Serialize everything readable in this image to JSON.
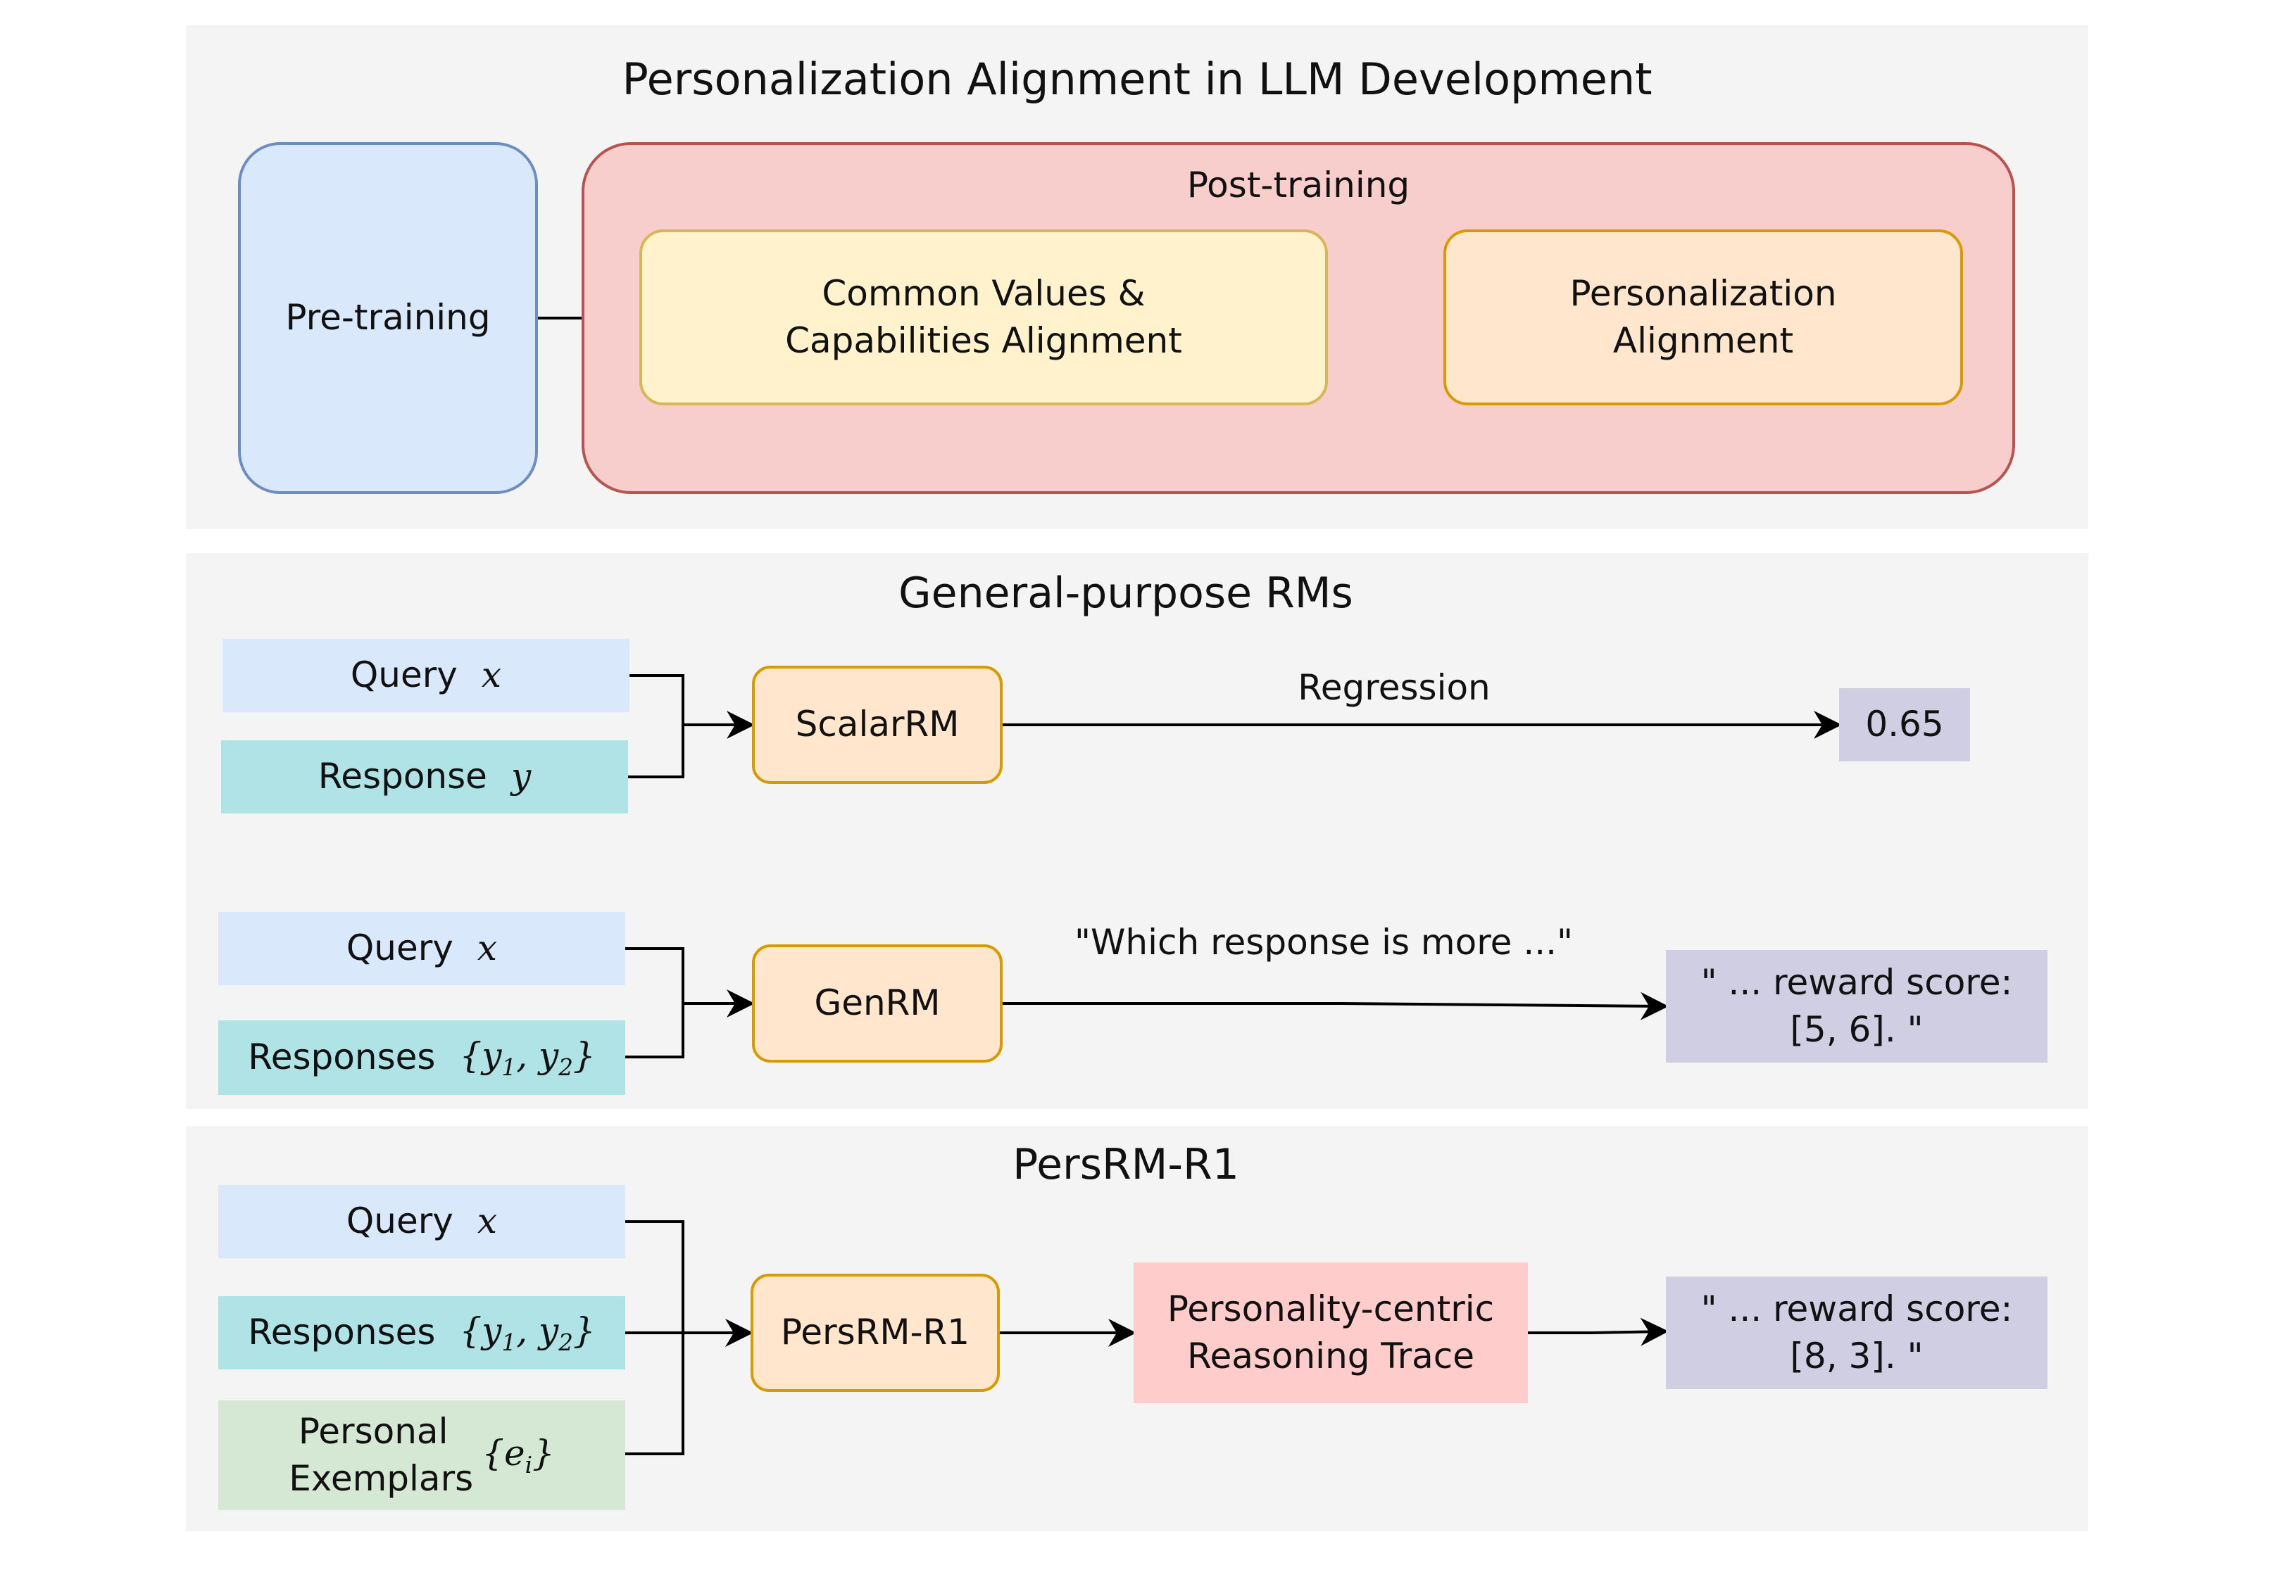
{
  "top": {
    "title": "Personalization Alignment in LLM Development",
    "pretraining": "Pre-training",
    "posttraining": "Post-training",
    "common_values": "Common Values & Capabilities Alignment",
    "personalization": "Personalization Alignment"
  },
  "general": {
    "title": "General-purpose RMs",
    "scalar": {
      "query_label": "Query",
      "query_var": "x",
      "response_label": "Response",
      "response_var": "y",
      "model": "ScalarRM",
      "edge_label": "Regression",
      "output": "0.65"
    },
    "gen": {
      "query_label": "Query",
      "query_var": "x",
      "responses_label": "Responses",
      "model": "GenRM",
      "edge_label": "\"Which response is more ...\"",
      "output": "\" ... reward score: [5, 6]. \""
    }
  },
  "persrm": {
    "title": "PersRM-R1",
    "query_label": "Query",
    "query_var": "x",
    "responses_label": "Responses",
    "exemplars_label": "Personal Exemplars",
    "model": "PersRM-R1",
    "trace": "Personality-centric Reasoning Trace",
    "output": "\" ... reward score: [8, 3]. \""
  }
}
